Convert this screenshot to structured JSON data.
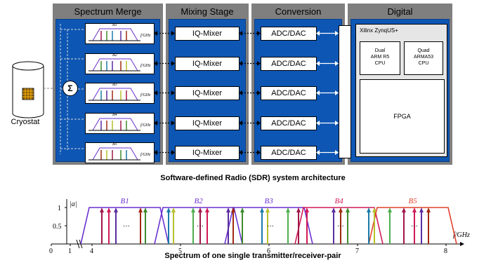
{
  "cryostat": {
    "label": "Cryostat"
  },
  "stages": {
    "merge": "Spectrum Merge",
    "mixing": "Mixing Stage",
    "conversion": "Conversion",
    "digital": "Digital"
  },
  "summer_symbol": "Σ",
  "merge_bands": [
    {
      "band": "B1",
      "axis": "f/GHz"
    },
    {
      "band": "B2",
      "axis": "f/GHz"
    },
    {
      "band": "B3",
      "axis": "f/GHz"
    },
    {
      "band": "B4",
      "axis": "f/GHz"
    },
    {
      "band": "B5",
      "axis": "f/GHz"
    }
  ],
  "mixers": [
    "IQ-Mixer",
    "IQ-Mixer",
    "IQ-Mixer",
    "IQ-Mixer",
    "IQ-Mixer"
  ],
  "converters": [
    "ADC/DAC",
    "ADC/DAC",
    "ADC/DAC",
    "ADC/DAC",
    "ADC/DAC"
  ],
  "digital": {
    "soc": "Xilinx ZynqUS+",
    "cpu_dual": [
      "Dual",
      "ARM R5",
      "CPU"
    ],
    "cpu_quad": [
      "Quad",
      "ARMA53",
      "CPU"
    ],
    "fpga": "FPGA"
  },
  "captions": {
    "architecture": "Software-defined Radio (SDR) system architecture",
    "spectrum": "Spectrum of one single transmitter/receiver-pair"
  },
  "spectrum": {
    "y_axis_label": "|a|",
    "y_ticks": [
      "1",
      "0.5"
    ],
    "x_ticks": [
      "0",
      "1",
      "4",
      "5",
      "6",
      "7",
      "8"
    ],
    "x_label": "f/GHz",
    "bands": [
      {
        "name": "B1",
        "color": "#6a2fd0"
      },
      {
        "name": "B2",
        "color": "#6a2fd0"
      },
      {
        "name": "B3",
        "color": "#6a2fd0"
      },
      {
        "name": "B4",
        "color": "#d11a55"
      },
      {
        "name": "B5",
        "color": "#e0402a"
      }
    ],
    "ellipsis": "···"
  },
  "colors": {
    "panel": "#7f7f7f",
    "stage_blue": "#0d56b4",
    "arrow_colors": [
      "#a0174a",
      "#3f8a2f",
      "#1b7aa8",
      "#5b2da0",
      "#a02a10",
      "#b7c02a"
    ]
  }
}
